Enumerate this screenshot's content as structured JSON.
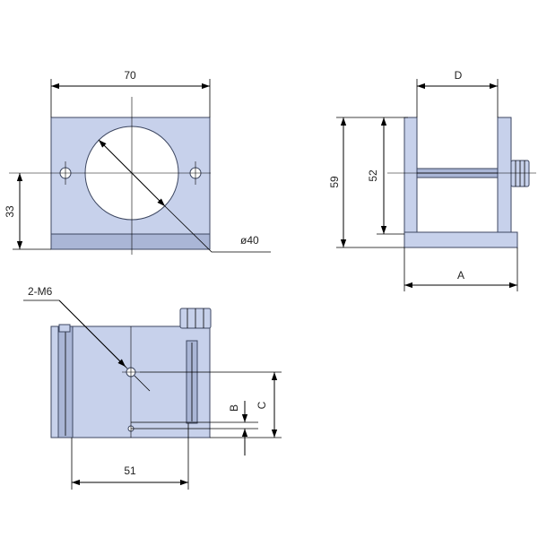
{
  "front_view": {
    "width_label": "70",
    "height_label": "33",
    "bore_label": "ø40"
  },
  "side_view": {
    "depth_label": "D",
    "height_total_label": "59",
    "height_axis_label": "52",
    "base_label": "A"
  },
  "top_view": {
    "thread_label": "2-M6",
    "spacing_label": "51",
    "offset_b_label": "B",
    "offset_c_label": "C"
  },
  "colors": {
    "part_fill": "#c7d1eb",
    "outline": "#3c4660"
  }
}
